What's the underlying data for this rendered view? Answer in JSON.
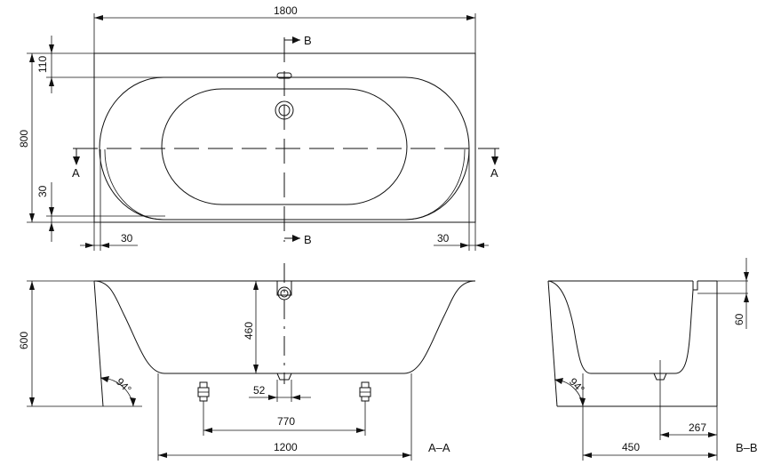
{
  "labels": {
    "width_total": "1800",
    "height_total": "800",
    "top_offset": "110",
    "rim_left": "30",
    "rim_right": "30",
    "rim_bottom": "30",
    "section_a_left": "A",
    "section_a_right": "A",
    "section_b_top": "B",
    "section_b_bottom": "B",
    "height_overall": "600",
    "depth_inner": "460",
    "drain_offset": "52",
    "feet_spacing": "770",
    "base_length": "1200",
    "angle_a": "94°",
    "angle_b": "94°",
    "rim_height": "60",
    "base_depth_b": "450",
    "drain_offset_b": "267",
    "section_aa": "A–A",
    "section_bb": "B–B"
  }
}
